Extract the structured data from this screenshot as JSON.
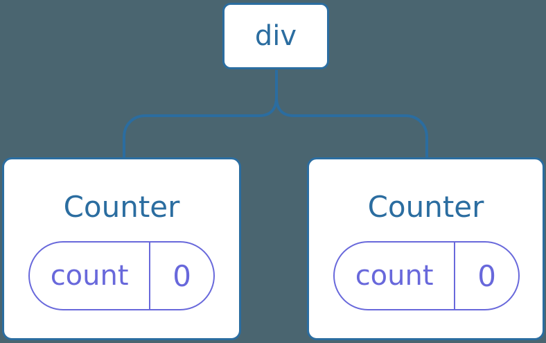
{
  "colors": {
    "background": "#4a6570",
    "node_blue": "#2b6da0",
    "card_bg": "#ffffff",
    "state_purple": "#6868db"
  },
  "tree": {
    "root": {
      "label": "div"
    },
    "children": [
      {
        "title": "Counter",
        "state": {
          "key": "count",
          "value": "0"
        }
      },
      {
        "title": "Counter",
        "state": {
          "key": "count",
          "value": "0"
        }
      }
    ]
  }
}
